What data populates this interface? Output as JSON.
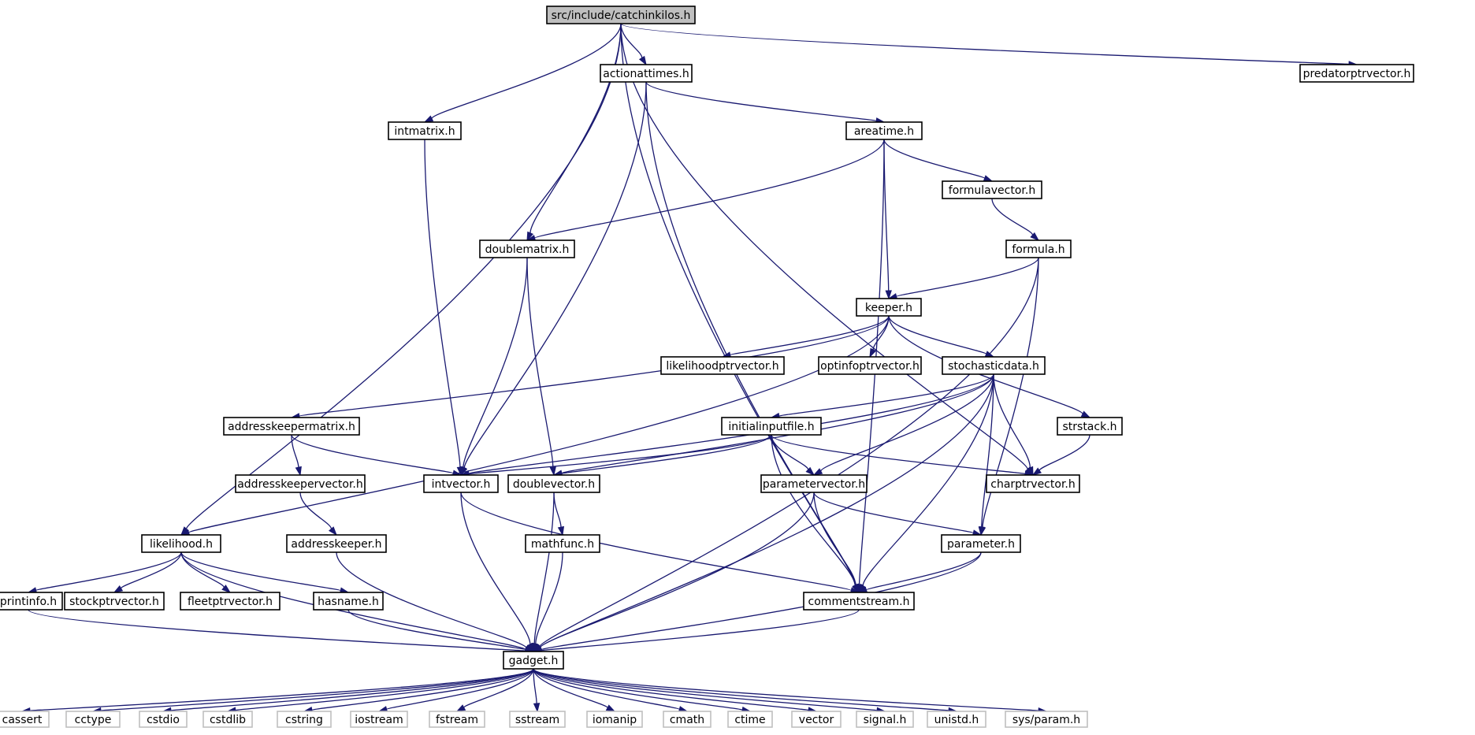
{
  "title": "src/include/catchinkilos.h",
  "colors": {
    "edge": "#191970",
    "root_fill": "#bfbfbf",
    "node_border": "#000000",
    "external_border": "#bfbfbf"
  },
  "nodes": [
    {
      "id": "catchinkilos",
      "label": "src/include/catchinkilos.h",
      "kind": "root"
    },
    {
      "id": "actionattimes",
      "label": "actionattimes.h",
      "kind": "file"
    },
    {
      "id": "predatorptrvector",
      "label": "predatorptrvector.h",
      "kind": "file"
    },
    {
      "id": "intmatrix",
      "label": "intmatrix.h",
      "kind": "file"
    },
    {
      "id": "areatime",
      "label": "areatime.h",
      "kind": "file"
    },
    {
      "id": "formulavector",
      "label": "formulavector.h",
      "kind": "file"
    },
    {
      "id": "doublematrix",
      "label": "doublematrix.h",
      "kind": "file"
    },
    {
      "id": "formula",
      "label": "formula.h",
      "kind": "file"
    },
    {
      "id": "keeper",
      "label": "keeper.h",
      "kind": "file"
    },
    {
      "id": "likelihoodptrvector",
      "label": "likelihoodptrvector.h",
      "kind": "file"
    },
    {
      "id": "optinfoptrvector",
      "label": "optinfoptrvector.h",
      "kind": "file"
    },
    {
      "id": "stochasticdata",
      "label": "stochasticdata.h",
      "kind": "file"
    },
    {
      "id": "addresskeepermatrix",
      "label": "addresskeepermatrix.h",
      "kind": "file"
    },
    {
      "id": "initialinputfile",
      "label": "initialinputfile.h",
      "kind": "file"
    },
    {
      "id": "strstack",
      "label": "strstack.h",
      "kind": "file"
    },
    {
      "id": "addresskeepervector",
      "label": "addresskeepervector.h",
      "kind": "file"
    },
    {
      "id": "intvector",
      "label": "intvector.h",
      "kind": "file"
    },
    {
      "id": "doublevector",
      "label": "doublevector.h",
      "kind": "file"
    },
    {
      "id": "parametervector",
      "label": "parametervector.h",
      "kind": "file"
    },
    {
      "id": "charptrvector",
      "label": "charptrvector.h",
      "kind": "file"
    },
    {
      "id": "likelihood",
      "label": "likelihood.h",
      "kind": "file"
    },
    {
      "id": "addresskeeper",
      "label": "addresskeeper.h",
      "kind": "file"
    },
    {
      "id": "mathfunc",
      "label": "mathfunc.h",
      "kind": "file"
    },
    {
      "id": "parameter",
      "label": "parameter.h",
      "kind": "file"
    },
    {
      "id": "printinfo",
      "label": "printinfo.h",
      "kind": "file"
    },
    {
      "id": "stockptrvector",
      "label": "stockptrvector.h",
      "kind": "file"
    },
    {
      "id": "fleetptrvector",
      "label": "fleetptrvector.h",
      "kind": "file"
    },
    {
      "id": "hasname",
      "label": "hasname.h",
      "kind": "file"
    },
    {
      "id": "commentstream",
      "label": "commentstream.h",
      "kind": "file"
    },
    {
      "id": "gadget",
      "label": "gadget.h",
      "kind": "file"
    },
    {
      "id": "cassert",
      "label": "cassert",
      "kind": "external"
    },
    {
      "id": "cctype",
      "label": "cctype",
      "kind": "external"
    },
    {
      "id": "cstdio",
      "label": "cstdio",
      "kind": "external"
    },
    {
      "id": "cstdlib",
      "label": "cstdlib",
      "kind": "external"
    },
    {
      "id": "cstring",
      "label": "cstring",
      "kind": "external"
    },
    {
      "id": "iostream",
      "label": "iostream",
      "kind": "external"
    },
    {
      "id": "fstream",
      "label": "fstream",
      "kind": "external"
    },
    {
      "id": "sstream",
      "label": "sstream",
      "kind": "external"
    },
    {
      "id": "iomanip",
      "label": "iomanip",
      "kind": "external"
    },
    {
      "id": "cmath",
      "label": "cmath",
      "kind": "external"
    },
    {
      "id": "ctime",
      "label": "ctime",
      "kind": "external"
    },
    {
      "id": "vector",
      "label": "vector",
      "kind": "external"
    },
    {
      "id": "signal",
      "label": "signal.h",
      "kind": "external"
    },
    {
      "id": "unistd",
      "label": "unistd.h",
      "kind": "external"
    },
    {
      "id": "sysparam",
      "label": "sys/param.h",
      "kind": "external"
    }
  ],
  "edges": [
    [
      "catchinkilos",
      "actionattimes"
    ],
    [
      "catchinkilos",
      "predatorptrvector"
    ],
    [
      "catchinkilos",
      "intmatrix"
    ],
    [
      "catchinkilos",
      "doublematrix"
    ],
    [
      "catchinkilos",
      "likelihood"
    ],
    [
      "catchinkilos",
      "charptrvector"
    ],
    [
      "catchinkilos",
      "commentstream"
    ],
    [
      "actionattimes",
      "areatime"
    ],
    [
      "actionattimes",
      "intvector"
    ],
    [
      "actionattimes",
      "commentstream"
    ],
    [
      "intmatrix",
      "intvector"
    ],
    [
      "areatime",
      "formulavector"
    ],
    [
      "areatime",
      "doublematrix"
    ],
    [
      "areatime",
      "keeper"
    ],
    [
      "areatime",
      "commentstream"
    ],
    [
      "formulavector",
      "formula"
    ],
    [
      "formula",
      "keeper"
    ],
    [
      "formula",
      "parameter"
    ],
    [
      "formula",
      "gadget"
    ],
    [
      "doublematrix",
      "intvector"
    ],
    [
      "doublematrix",
      "doublevector"
    ],
    [
      "keeper",
      "likelihoodptrvector"
    ],
    [
      "keeper",
      "optinfoptrvector"
    ],
    [
      "keeper",
      "stochasticdata"
    ],
    [
      "keeper",
      "addresskeepermatrix"
    ],
    [
      "keeper",
      "strstack"
    ],
    [
      "keeper",
      "likelihood"
    ],
    [
      "stochasticdata",
      "initialinputfile"
    ],
    [
      "stochasticdata",
      "intvector"
    ],
    [
      "stochasticdata",
      "doublevector"
    ],
    [
      "stochasticdata",
      "parametervector"
    ],
    [
      "stochasticdata",
      "charptrvector"
    ],
    [
      "stochasticdata",
      "parameter"
    ],
    [
      "stochasticdata",
      "commentstream"
    ],
    [
      "stochasticdata",
      "gadget"
    ],
    [
      "addresskeepermatrix",
      "addresskeepervector"
    ],
    [
      "addresskeepermatrix",
      "intvector"
    ],
    [
      "addresskeepervector",
      "addresskeeper"
    ],
    [
      "addresskeeper",
      "gadget"
    ],
    [
      "initialinputfile",
      "intvector"
    ],
    [
      "initialinputfile",
      "doublevector"
    ],
    [
      "initialinputfile",
      "parametervector"
    ],
    [
      "initialinputfile",
      "charptrvector"
    ],
    [
      "initialinputfile",
      "commentstream"
    ],
    [
      "strstack",
      "charptrvector"
    ],
    [
      "intvector",
      "gadget"
    ],
    [
      "intvector",
      "commentstream"
    ],
    [
      "doublevector",
      "mathfunc"
    ],
    [
      "doublevector",
      "gadget"
    ],
    [
      "mathfunc",
      "gadget"
    ],
    [
      "parametervector",
      "parameter"
    ],
    [
      "parametervector",
      "commentstream"
    ],
    [
      "parametervector",
      "gadget"
    ],
    [
      "parameter",
      "commentstream"
    ],
    [
      "parameter",
      "gadget"
    ],
    [
      "likelihood",
      "printinfo"
    ],
    [
      "likelihood",
      "stockptrvector"
    ],
    [
      "likelihood",
      "fleetptrvector"
    ],
    [
      "likelihood",
      "hasname"
    ],
    [
      "likelihood",
      "gadget"
    ],
    [
      "printinfo",
      "gadget"
    ],
    [
      "hasname",
      "gadget"
    ],
    [
      "commentstream",
      "gadget"
    ],
    [
      "gadget",
      "cassert"
    ],
    [
      "gadget",
      "cctype"
    ],
    [
      "gadget",
      "cstdio"
    ],
    [
      "gadget",
      "cstdlib"
    ],
    [
      "gadget",
      "cstring"
    ],
    [
      "gadget",
      "iostream"
    ],
    [
      "gadget",
      "fstream"
    ],
    [
      "gadget",
      "sstream"
    ],
    [
      "gadget",
      "iomanip"
    ],
    [
      "gadget",
      "cmath"
    ],
    [
      "gadget",
      "ctime"
    ],
    [
      "gadget",
      "vector"
    ],
    [
      "gadget",
      "signal"
    ],
    [
      "gadget",
      "unistd"
    ],
    [
      "gadget",
      "sysparam"
    ]
  ]
}
